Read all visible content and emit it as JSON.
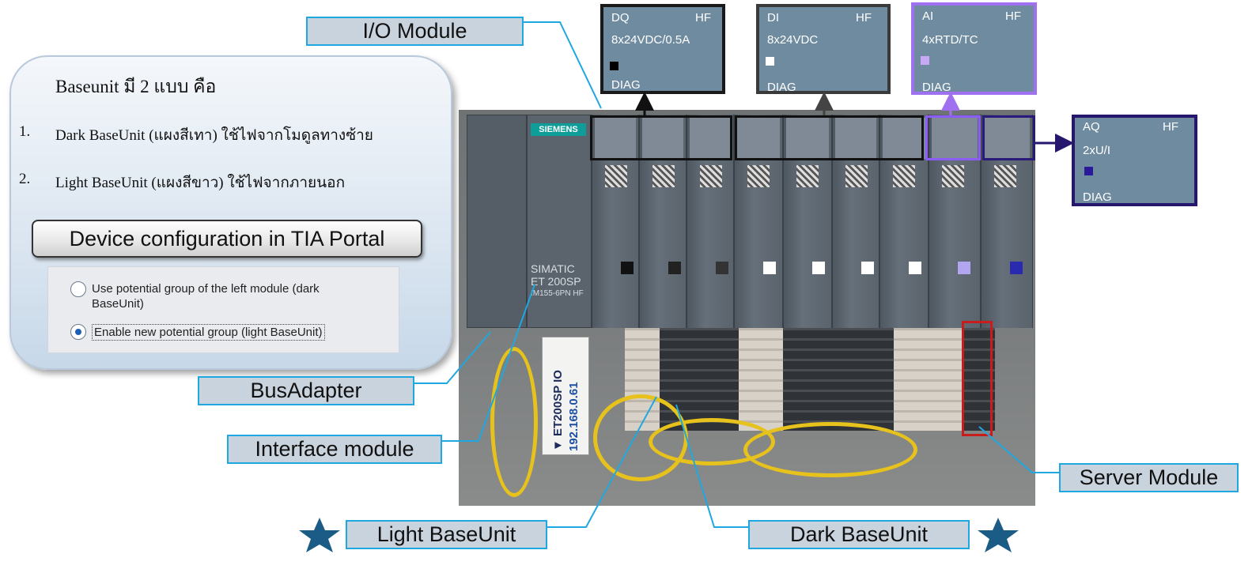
{
  "info": {
    "title": "Baseunit มี 2 แบบ คือ",
    "items": [
      {
        "num": "1.",
        "text": "Dark BaseUnit (แผงสีเทา) ใช้ไฟจากโมดูลทางซ้าย"
      },
      {
        "num": "2.",
        "text": "Light BaseUnit (แผงสีขาว) ใช้ไฟจากภายนอก"
      }
    ],
    "tia_button": "Device configuration in TIA Portal",
    "options": [
      {
        "label": "Use potential group of the left module (dark BaseUnit)",
        "selected": false
      },
      {
        "label": "Enable new potential group (light BaseUnit)",
        "selected": true
      }
    ]
  },
  "modules": {
    "dq": {
      "type": "DQ",
      "hf": "HF",
      "spec": "8x24VDC/0.5A",
      "diag": "DIAG",
      "led_color": "#000000",
      "border_color": "#1a1a1a"
    },
    "di": {
      "type": "DI",
      "hf": "HF",
      "spec": "8x24VDC",
      "diag": "DIAG",
      "led_color": "#ffffff",
      "border_color": "#3a3a3a"
    },
    "ai": {
      "type": "AI",
      "hf": "HF",
      "spec": "4xRTD/TC",
      "diag": "DIAG",
      "led_color": "#c9a8f5",
      "border_color": "#9f71f0"
    },
    "aq": {
      "type": "AQ",
      "hf": "HF",
      "spec": "2xU/I",
      "diag": "DIAG",
      "led_color": "#2a1a9a",
      "border_color": "#26166e"
    }
  },
  "photo": {
    "siemens": "SIEMENS",
    "simatic": "SIMATIC",
    "et200sp": "ET 200SP",
    "im": "IM155-6PN HF",
    "ip_card_title": "▼ ET200SP IO",
    "ip_address": "192.168.0.61"
  },
  "callouts": {
    "io_module": "I/O Module",
    "bus_adapter": "BusAdapter",
    "interface_module": "Interface module",
    "light_baseunit": "Light BaseUnit",
    "dark_baseunit": "Dark BaseUnit",
    "server_module": "Server Module"
  },
  "colors": {
    "callout_border": "#1fa8e0",
    "callout_fill": "#c9d3dd",
    "star": "#1b5c86",
    "module_fill": "#6f8ba0"
  }
}
